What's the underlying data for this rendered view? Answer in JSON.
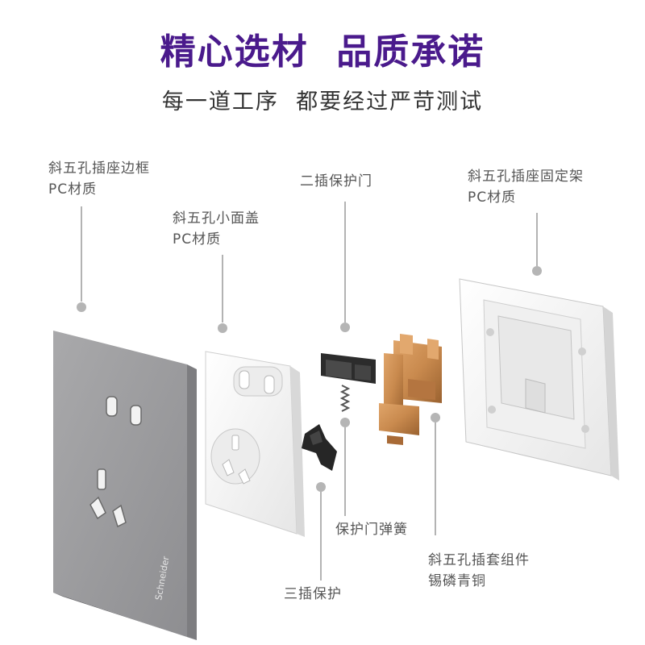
{
  "header": {
    "title": "精心选材  品质承诺",
    "subtitle": "每一道工序  都要经过严苛测试"
  },
  "callouts": {
    "frame": {
      "name": "斜五孔插座边框",
      "material": "PC材质"
    },
    "small_cover": {
      "name": "斜五孔小面盖",
      "material": "PC材质"
    },
    "two_pin_shutter": {
      "name": "二插保护门"
    },
    "bracket": {
      "name": "斜五孔插座固定架",
      "material": "PC材质"
    },
    "shutter_spring": {
      "name": "保护门弹簧"
    },
    "sleeve_assembly": {
      "name": "斜五孔插套组件",
      "material": "锡磷青铜"
    },
    "three_pin_shutter": {
      "name": "三插保护"
    }
  },
  "brand": {
    "name": "Schneider"
  },
  "colors": {
    "title": "#4a1a8c",
    "frame_gray": "#9a9a9c",
    "copper": "#c98a4e",
    "leader_dot": "#b5b5b5"
  }
}
